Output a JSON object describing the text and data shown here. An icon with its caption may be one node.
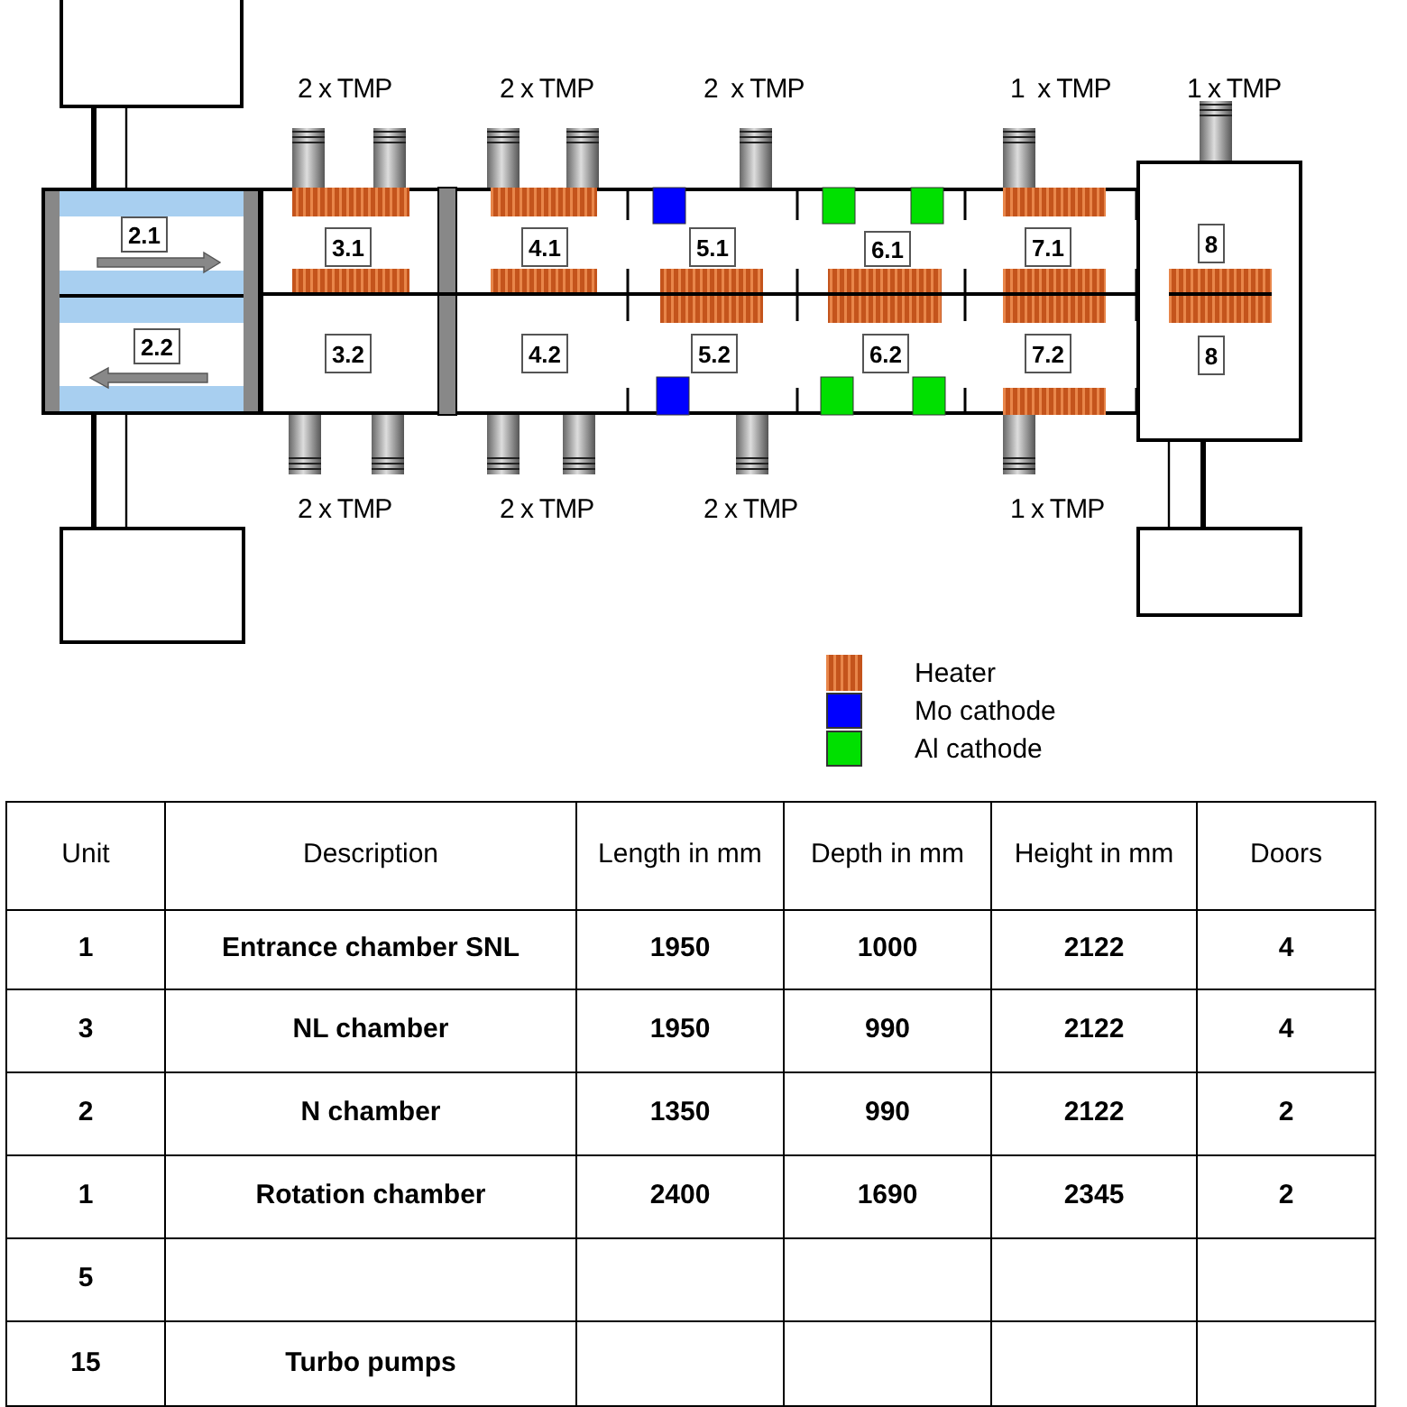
{
  "diagram": {
    "nodes": [
      {
        "text": [],
        "shape": "box"
      },
      {
        "text": [],
        "shape": "box"
      },
      {
        "text": [
          "2.1"
        ],
        "in": 1
      },
      {
        "text": [
          "2.2"
        ],
        "in": 1
      },
      {
        "text": [
          "3.1"
        ]
      },
      {
        "text": [
          "3.2"
        ]
      },
      {
        "text": [
          "4.1"
        ]
      },
      {
        "text": [
          "4.2"
        ]
      },
      {
        "text": [
          "5.1"
        ]
      },
      {
        "text": [
          "5.2"
        ]
      },
      {
        "text": [
          "6.1"
        ]
      },
      {
        "text": [
          "6.2"
        ]
      },
      {
        "text": [
          "7.1"
        ]
      },
      {
        "text": [
          "7.2"
        ]
      },
      {
        "text": [],
        "shape": "box"
      },
      {
        "text": [
          "8"
        ],
        "in": 14
      },
      {
        "text": [
          "8"
        ],
        "in": 14
      },
      {
        "text": [],
        "shape": "box"
      },
      {
        "text": [],
        "shape": "box"
      }
    ],
    "edges": [
      {
        "from": 0,
        "to": 1,
        "arrow": "none",
        "style": "thick"
      },
      {
        "from": 0,
        "to": 1,
        "arrow": "none"
      },
      {
        "from": 17,
        "to": 1,
        "arrow": "none",
        "style": "thick"
      },
      {
        "from": 17,
        "to": 1,
        "arrow": "none"
      },
      {
        "from": 18,
        "to": 14,
        "arrow": "none"
      },
      {
        "from": 18,
        "to": 14,
        "arrow": "none",
        "style": "thick"
      }
    ],
    "labels": [
      "2 x TMP",
      "2 x TMP",
      "2  x TMP",
      "1  x TMP",
      "1 x TMP",
      "2 x TMP",
      "2 x TMP",
      "2 x TMP",
      "1 x TMP",
      "Unit",
      "Description",
      "Length in mm",
      "Depth in mm",
      "Height in mm",
      "Doors",
      "1",
      "Entrance chamber SNL",
      "1950",
      "1000",
      "2122",
      "4",
      "3",
      "NL chamber",
      "1950",
      "990",
      "2122",
      "4",
      "2",
      "N chamber",
      "1350",
      "990",
      "2122",
      "2",
      "1",
      "Rotation chamber",
      "2400",
      "1690",
      "2345",
      "2",
      "5",
      "15",
      "Turbo pumps"
    ],
    "legend": [
      {
        "text": "Heater"
      },
      {
        "text": "Mo cathode",
        "color": "#0000ff"
      },
      {
        "text": "Al cathode",
        "color": "#00e000"
      }
    ]
  }
}
